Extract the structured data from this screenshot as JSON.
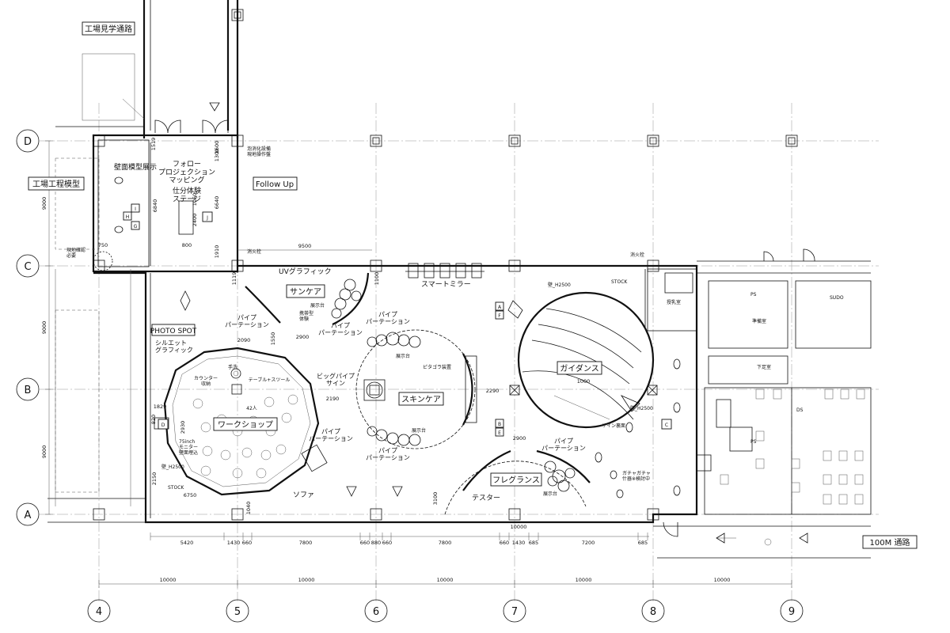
{
  "axes": {
    "columns": [
      "4",
      "5",
      "6",
      "7",
      "8",
      "9"
    ],
    "rows": [
      "D",
      "C",
      "B",
      "A"
    ]
  },
  "dimensions": {
    "bottom_row": [
      "5420",
      "1430",
      "660",
      "7800",
      "660",
      "880",
      "660",
      "7800",
      "660",
      "1430",
      "685",
      "7200",
      "685"
    ],
    "grid_row": [
      "10000",
      "10000",
      "10000",
      "10000",
      "10000"
    ],
    "left_column": [
      "9000",
      "9000",
      "9000"
    ],
    "top_span": "9500",
    "fragrance_span": "10000",
    "misc": [
      "2900",
      "2900",
      "2190",
      "2290",
      "9000",
      "1829",
      "6750",
      "2090",
      "1000",
      "1119",
      "1100",
      "3100",
      "1550",
      "2930",
      "2150",
      "1040",
      "1600",
      "1519",
      "6840",
      "1300",
      "1060",
      "800",
      "2400",
      "1910",
      "6640",
      "750",
      "820"
    ]
  },
  "labels": {
    "factory_tour_passage": "工場見学通路",
    "factory_process_model": "工場工程模型",
    "wall_model_display": "壁面模型展示",
    "follow_projection": "フォロー\nプロジェクション\nマッピング",
    "finishing_stage": "仕分体験\nステージ",
    "follow_up": "Follow Up",
    "fire_equipment": "泡消化設備\n現地操作盤",
    "fire_hydrant_1": "消火栓",
    "fire_hydrant_2": "消火栓",
    "site_check": "現地確認\n必要",
    "uv_graphic": "UVグラフィック",
    "suncare": "サンケア",
    "display_stand_1": "展示台",
    "portable_experience": "携帯型\n体験",
    "pipe_partition_1": "パイプ\nパーテーション",
    "pipe_partition_2": "パイプ\nパーテーション",
    "pipe_partition_3": "パイプ\nパーテーション",
    "pipe_partition_4": "パイプ\nパーテーション",
    "pipe_partition_5": "パイプ\nパーテーション",
    "pipe_partition_6": "パイプ\nパーテーション",
    "smart_mirror": "スマートミラー",
    "wall_h2500_1": "壁_H2500",
    "wall_h2500_2": "壁_H2500",
    "wall_h2500_3": "壁_H2500",
    "stock_1": "STOCK",
    "stock_2": "STOCK",
    "nursing_room": "授乳室",
    "photo_spot": "PHOTO SPOT",
    "silhouette_graphic": "シルエット\nグラフィック",
    "hand_wash": "手洗",
    "counter_storage": "カウンター\n収納",
    "table_stool": "テーブル+スツール",
    "capacity": "42人",
    "workshop": "ワークショップ",
    "monitor": "75inch\nモニター\n壁面埋込",
    "sofa": "ソファ",
    "big_pipe_sign": "ビッグパイプ\nサイン",
    "pergola": "ピタゴラ装置",
    "display_stand_2": "展示台",
    "display_stand_3": "展示台",
    "display_stand_4": "展示台",
    "skincare": "スキンケア",
    "guidance": "ガイダンス",
    "sign_back": "サイン裏面",
    "fragrance": "フレグランス",
    "tester": "テスター",
    "gacha": "ガチャガチャ\n什器※検討中",
    "passage_100m": "100M 通路",
    "ps_1": "PS",
    "ps_2": "PS",
    "ds": "DS",
    "staff_room": "準備室",
    "lower_room": "下足室",
    "sudo": "SUDO"
  },
  "markers": {
    "h_marker": "H",
    "i_marker": "I",
    "g_marker": "G",
    "j_marker": "J",
    "d_marker": "D",
    "c_marker": "C",
    "a_marker": "A",
    "f_marker": "F",
    "b_marker": "B",
    "e_marker": "E"
  }
}
